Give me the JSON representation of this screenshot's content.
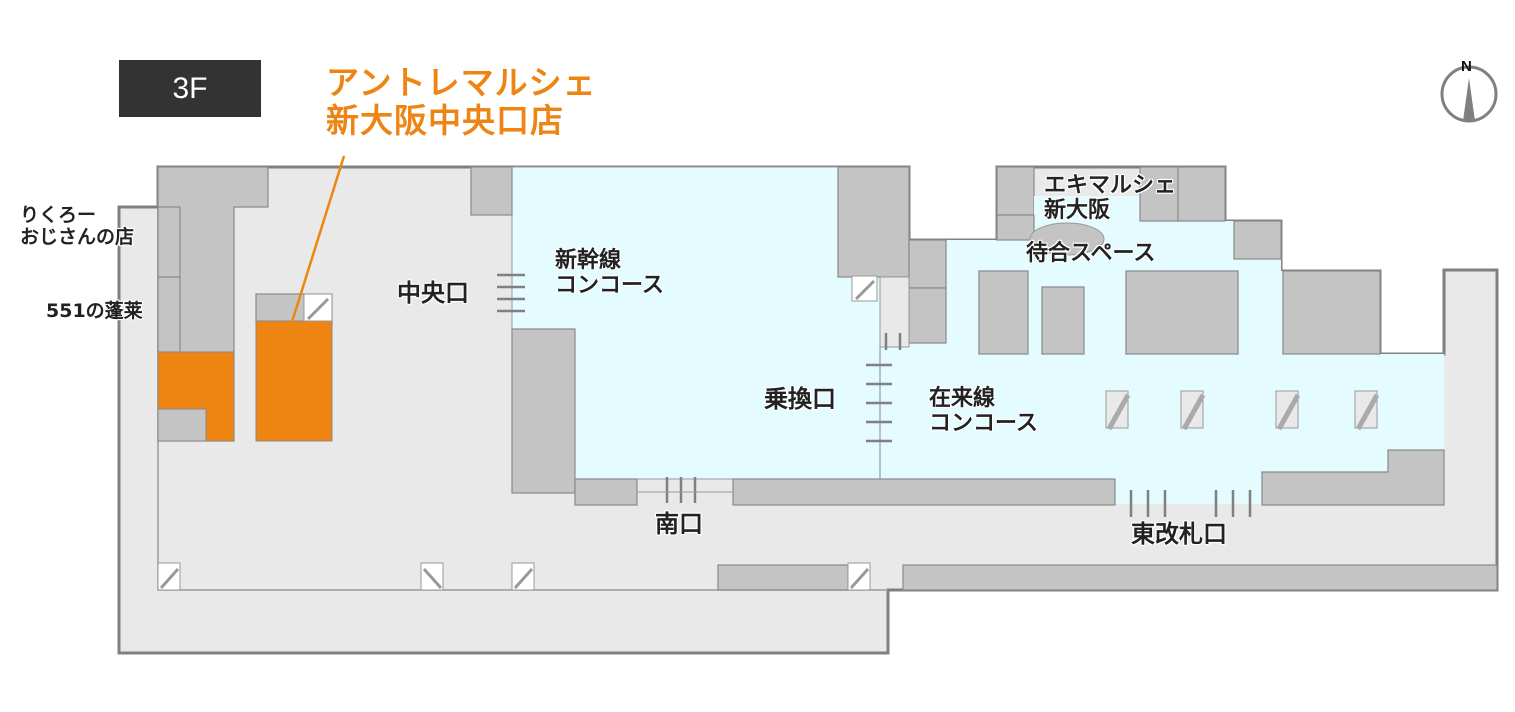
{
  "floor": {
    "label": "3F"
  },
  "highlight_shop": {
    "name_line1": "アントレマルシェ",
    "name_line2": "新大阪中央口店",
    "color": "#ee8412"
  },
  "compass": {
    "label": "N"
  },
  "stores": {
    "rikuro_line1": "りくろー",
    "rikuro_line2": "おじさんの店",
    "horai": "551の蓬莱",
    "ekimarche_line1": "エキマルシェ",
    "ekimarche_line2": "新大阪"
  },
  "areas": {
    "shinkansen_line1": "新幹線",
    "shinkansen_line2": "コンコース",
    "zairaisen_line1": "在来線",
    "zairaisen_line2": "コンコース",
    "waiting_space": "待合スペース"
  },
  "gates": {
    "central": "中央口",
    "transfer": "乗換口",
    "south": "南口",
    "east": "東改札口"
  },
  "colors": {
    "floor": "#e9e9e9",
    "concourse": "#e4fbff",
    "building": "#c4c4c4",
    "outline": "#808080",
    "shop_highlight": "#ee8412",
    "floor_badge": "#333333"
  }
}
